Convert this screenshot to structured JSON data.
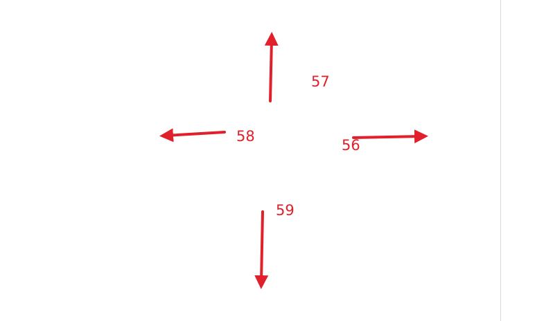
{
  "colors": {
    "arrow": "#e0202b",
    "label": "#e0202b",
    "divider": "#d9d9d9",
    "background": "#ffffff"
  },
  "arrows": [
    {
      "id": "up",
      "label": "57",
      "direction": "up"
    },
    {
      "id": "left",
      "label": "58",
      "direction": "left"
    },
    {
      "id": "right",
      "label": "56",
      "direction": "right"
    },
    {
      "id": "down",
      "label": "59",
      "direction": "down"
    }
  ]
}
